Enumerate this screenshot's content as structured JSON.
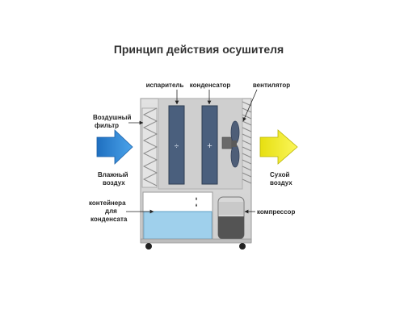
{
  "title": "Принцип действия осушителя",
  "labels": {
    "evaporator": "испаритель",
    "condenser": "конденсатор",
    "fan": "вентилятор",
    "air_filter": [
      "Воздушный",
      "фильтр"
    ],
    "humid_air": [
      "Влажный",
      "воздух"
    ],
    "dry_air": [
      "Сухой",
      "воздух"
    ],
    "tank": [
      "контейнера",
      "для",
      "конденсата"
    ],
    "compressor": "компрессор"
  },
  "symbols": {
    "evaporator_sign": "÷",
    "condenser_sign": "+"
  },
  "colors": {
    "inlet_arrow": "#2f86d6",
    "outlet_arrow": "#f2ec1c",
    "coil": "#4a5f7d",
    "water": "#9fd0ec",
    "housing": "#d6d6d6",
    "compressor": "#545454"
  }
}
